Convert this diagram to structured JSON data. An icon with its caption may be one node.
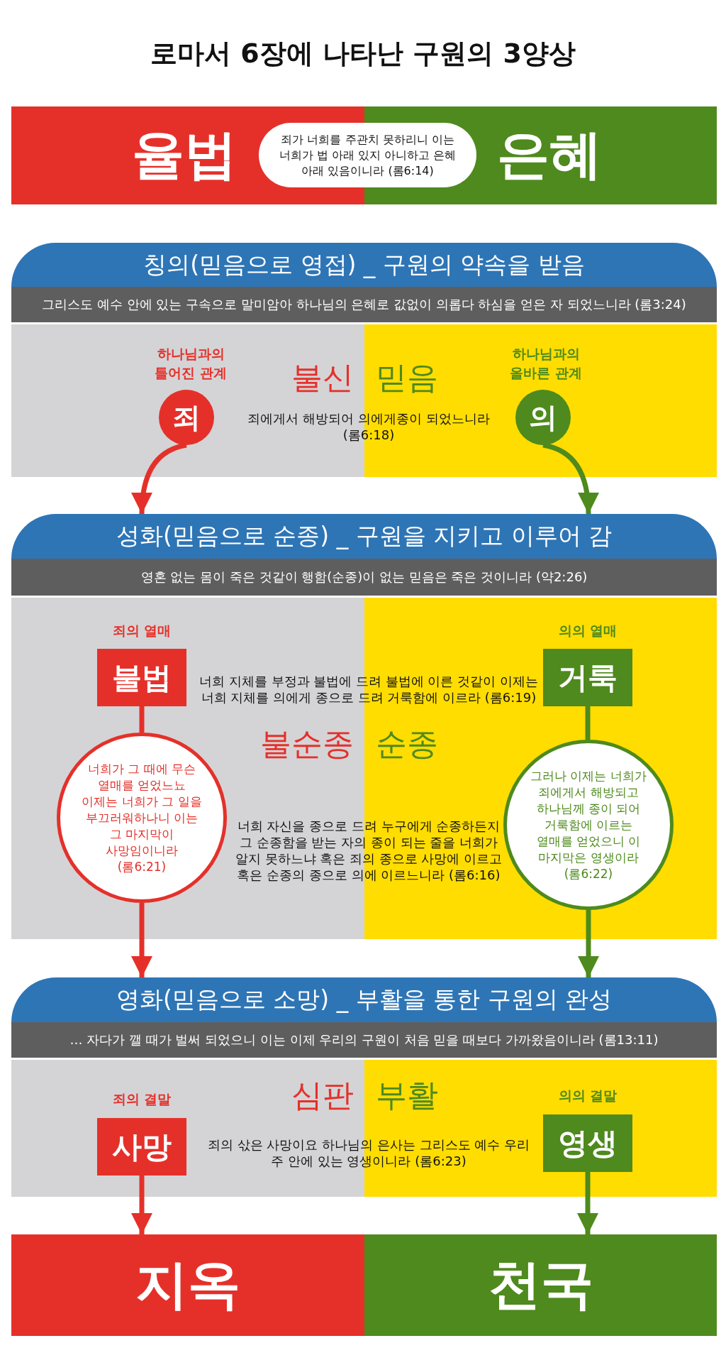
{
  "diagram": {
    "title": "로마서 6장에 나타난 구원의 3양상",
    "nodes": [
      {
        "text": [
          "율법"
        ]
      },
      {
        "text": [
          "은혜"
        ]
      },
      {
        "text": [
          "죄가 너희를 주관치 못하리니 이는 너희가 법 아래 있지 아니하고 은혜 아래 있음이니라 (롬6:14)"
        ]
      },
      {
        "text": [
          "칭의(믿음으로 영접) _ 구원의 약속을 받음"
        ]
      },
      {
        "text": [
          "그리스도 예수 안에 있는 구속으로 말미암아 하나님의 은혜로 값없이 의롭다 하심을 얻은 자 되었느니라 (롬3:24)"
        ]
      },
      {
        "text": [
          "불신"
        ]
      },
      {
        "text": [
          "믿음"
        ]
      },
      {
        "text": [
          "죄"
        ],
        "in": 5,
        "beside": [
          "하나님과의 틀어진 관계"
        ]
      },
      {
        "text": [
          "의"
        ],
        "in": 6,
        "beside": [
          "하나님과의 올바른 관계"
        ]
      },
      {
        "text": [
          "성화(믿음으로 순종) _ 구원을 지키고 이루어 감"
        ]
      },
      {
        "text": [
          "영혼 없는 몸이 죽은 것같이 행함(순종)이 없는 믿음은 죽은 것이니라 (약2:26)"
        ]
      },
      {
        "text": [
          "불순종"
        ]
      },
      {
        "text": [
          "순종"
        ]
      },
      {
        "text": [
          "불법"
        ],
        "in": 11,
        "beside": [
          "죄의 열매"
        ]
      },
      {
        "text": [
          "거룩"
        ],
        "in": 12,
        "beside": [
          "의의 열매"
        ]
      },
      {
        "text": [
          "너희가 그 때에 무슨 열매를 얻었느뇨 이제는 너희가 그 일을 부끄러워하나니 이는 그 마지막이 사망임이니라 (롬6:21)"
        ],
        "in": 11
      },
      {
        "text": [
          "그러나 이제는 너희가 죄에게서 해방되고 하나님께 종이 되어 거룩함에 이르는 열매를 얻었으니 이 마지막은 영생이라 (롬6:22)"
        ],
        "in": 12
      },
      {
        "text": [
          "영화(믿음으로 소망) _ 부활을 통한 구원의 완성"
        ]
      },
      {
        "text": [
          "… 자다가 깰 때가 벌써 되었으니 이는 이제 우리의 구원이 처음 믿을 때보다 가까왔음이니라 (롬13:11)"
        ]
      },
      {
        "text": [
          "심판"
        ]
      },
      {
        "text": [
          "부활"
        ]
      },
      {
        "text": [
          "사망"
        ],
        "in": 19,
        "beside": [
          "죄의 결말"
        ]
      },
      {
        "text": [
          "영생"
        ],
        "in": 20,
        "beside": [
          "의의 결말"
        ]
      },
      {
        "text": [
          "지옥"
        ]
      },
      {
        "text": [
          "천국"
        ]
      }
    ],
    "edges": [
      {
        "from": 7,
        "to": 9,
        "arrow": "to",
        "color": "#e5302a"
      },
      {
        "from": 8,
        "to": 9,
        "arrow": "to",
        "color": "#4e8a1d"
      },
      {
        "from": 13,
        "to": 15,
        "arrow": "none",
        "color": "#e5302a"
      },
      {
        "from": 14,
        "to": 16,
        "arrow": "none",
        "color": "#4e8a1d"
      },
      {
        "from": 15,
        "to": 17,
        "arrow": "to",
        "color": "#e5302a"
      },
      {
        "from": 16,
        "to": 17,
        "arrow": "to",
        "color": "#4e8a1d"
      },
      {
        "from": 21,
        "to": 23,
        "arrow": "to",
        "color": "#e5302a"
      },
      {
        "from": 22,
        "to": 24,
        "arrow": "to",
        "color": "#4e8a1d"
      }
    ],
    "labels": [
      "죄에게서 해방되어 의에게종이 되었느니라 (롬6:18)",
      "너희 지체를 부정과 불법에 드려 불법에 이른 것같이 이제는 너희 지체를 의에게 종으로 드려 거룩함에 이르라 (롬6:19)",
      "너희 자신을 종으로 드려 누구에게 순종하든지 그 순종함을 받는 자의 종이 되는 줄을 너희가 알지 못하느냐 혹은 죄의 종으로 사망에 이르고 혹은 순종의 종으로 의에 이르느니라 (롬6:16)",
      "죄의 삯은 사망이요 하나님의 은사는 그리스도 예수 우리 주 안에 있는 영생이니라 (롬6:23)"
    ]
  }
}
